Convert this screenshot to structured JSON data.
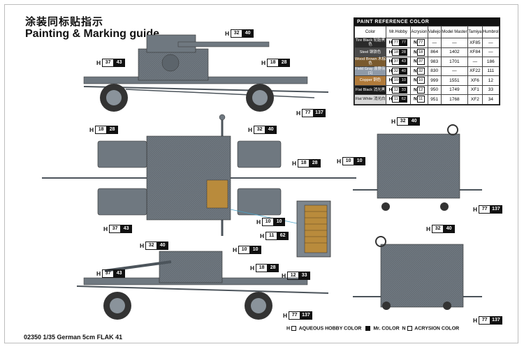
{
  "header": {
    "title_cn": "涂装同标贴指示",
    "title_en": "Painting & Marking guide"
  },
  "paint_table": {
    "title": "PAINT  REFERENCE COLOR",
    "columns": [
      "Color",
      "Mr.Hobby",
      "Acrysion",
      "Vallejo",
      "Model Master",
      "Tamiya",
      "Humbrol"
    ],
    "rows": [
      {
        "name": "Tire Black 轮胎黑色",
        "bg": "#2a2a2a",
        "h": "77",
        "n": "77",
        "vallejo": "—",
        "model_master": "—",
        "tamiya": "XF85",
        "humbrol": "—"
      },
      {
        "name": "Steel 钢铁色",
        "bg": "#4a4a4a",
        "h": "18",
        "n": "28",
        "vallejo": "864",
        "model_master": "1402",
        "tamiya": "XF84",
        "humbrol": "—"
      },
      {
        "name": "Wood Brown 木棕色",
        "bg": "#7a5a2e",
        "h": "37",
        "n": "43",
        "vallejo": "983",
        "model_master": "1701",
        "tamiya": "—",
        "humbrol": "186"
      },
      {
        "name": "Field Gray 原野灰(1)",
        "bg": "#8f9aa8",
        "h": "32",
        "n": "40",
        "vallejo": "830",
        "model_master": "—",
        "tamiya": "XF22",
        "humbrol": "111"
      },
      {
        "name": "Copper 铜色",
        "bg": "#b07a3a",
        "h": "10",
        "n": "10",
        "vallejo": "999",
        "model_master": "1551",
        "tamiya": "XF6",
        "humbrol": "12"
      },
      {
        "name": "Flat Black 消光黑",
        "bg": "#1a1a1a",
        "h": "12",
        "n": "33",
        "vallejo": "950",
        "model_master": "1749",
        "tamiya": "XF1",
        "humbrol": "33"
      },
      {
        "name": "Flat White 消光白",
        "bg": "#d8d8d8",
        "h": "11",
        "n": "62",
        "vallejo": "951",
        "model_master": "1768",
        "tamiya": "XF2",
        "humbrol": "34"
      }
    ]
  },
  "callouts": [
    {
      "id": "c1",
      "h": "32",
      "n": "40"
    },
    {
      "id": "c2",
      "h": "37",
      "n": "43"
    },
    {
      "id": "c3",
      "h": "18",
      "n": "28"
    },
    {
      "id": "c4",
      "h": "77",
      "n": "137"
    },
    {
      "id": "c5",
      "h": "18",
      "n": "28"
    },
    {
      "id": "c6",
      "h": "32",
      "n": "40"
    },
    {
      "id": "c7",
      "h": "18",
      "n": "28"
    },
    {
      "id": "c8",
      "h": "37",
      "n": "43"
    },
    {
      "id": "c9",
      "h": "10",
      "n": "10"
    },
    {
      "id": "c10",
      "h": "11",
      "n": "62"
    },
    {
      "id": "c11",
      "h": "12",
      "n": "33"
    },
    {
      "id": "c12",
      "h": "32",
      "n": "40"
    },
    {
      "id": "c13",
      "h": "10",
      "n": "10"
    },
    {
      "id": "c14",
      "h": "37",
      "n": "43"
    },
    {
      "id": "c15",
      "h": "18",
      "n": "28"
    },
    {
      "id": "c16",
      "h": "77",
      "n": "137"
    },
    {
      "id": "c17",
      "h": "32",
      "n": "40"
    },
    {
      "id": "c18",
      "h": "10",
      "n": "10"
    },
    {
      "id": "c19",
      "h": "77",
      "n": "137"
    },
    {
      "id": "c20",
      "h": "32",
      "n": "40"
    },
    {
      "id": "c21",
      "h": "77",
      "n": "137"
    }
  ],
  "legend": {
    "h_label": "H",
    "aqueous": "AQUEOUS HOBBY COLOR",
    "mr_color": "Mr. COLOR",
    "n_label": "N",
    "acrysion": "ACRYSION COLOR"
  },
  "footer": {
    "text": "02350 1/35 German 5cm FLAK 41"
  },
  "colors": {
    "gun_gray": "#6f7880",
    "gun_dark": "#4c545b",
    "ammo_copper": "#b98b3c",
    "ink": "#111111"
  }
}
